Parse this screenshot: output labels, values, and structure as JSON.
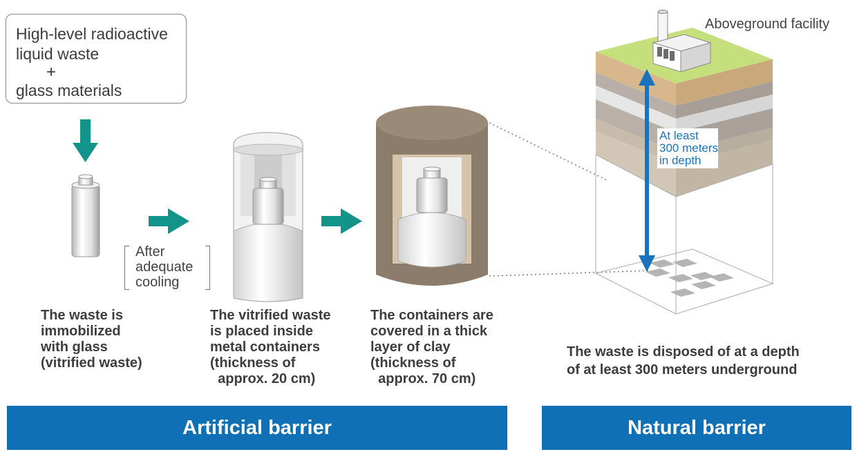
{
  "source_box": {
    "line1": "High-level radioactive",
    "line2": "liquid waste",
    "plus": "+",
    "line3": "glass materials"
  },
  "cooling_note": "After\nadequate\ncooling",
  "captions": {
    "vitrified": "The waste is\nimmobilized\nwith glass\n(vitrified waste)",
    "metal": "The vitrified waste\nis placed inside\nmetal containers\n(thickness of\n  approx. 20 cm)",
    "clay": "The containers are\ncovered in a thick\nlayer of clay\n(thickness of\n  approx. 70 cm)",
    "disposal": "The waste is disposed of at a depth\nof at least 300 meters underground"
  },
  "depth_label": "At least\n300 meters\nin depth",
  "facility_label": "Aboveground facility",
  "banners": {
    "artificial": "Artificial barrier",
    "natural": "Natural barrier"
  },
  "colors": {
    "arrow": "#13948b",
    "depth": "#1a74bd",
    "banner": "#0f70b5",
    "clay": "#8c7c6b",
    "grass": "#c6df7d"
  }
}
